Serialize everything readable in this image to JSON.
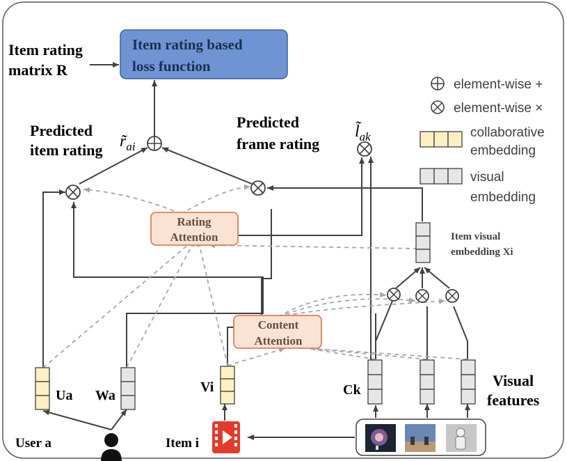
{
  "title_box": {
    "line1": "Item rating based",
    "line2": "loss function"
  },
  "input_label": {
    "line1": "Item rating",
    "line2": "matrix  R"
  },
  "predicted_item": {
    "line1": "Predicted",
    "line2": "item rating"
  },
  "predicted_frame": {
    "line1": "Predicted",
    "line2": "frame rating"
  },
  "symbols": {
    "r_ai": "r̃",
    "r_ai_sub": "ai",
    "l_ak": "l̃",
    "l_ak_sub": "ak"
  },
  "legend": {
    "plus_label": "element-wise +",
    "times_label": "element-wise ×",
    "collab_line1": "collaborative",
    "collab_line2": "embedding",
    "visual_line1": "visual",
    "visual_line2": "embedding"
  },
  "rating_attention": {
    "line1": "Rating",
    "line2": "Attention"
  },
  "content_attention": {
    "line1": "Content",
    "line2": "Attention"
  },
  "item_visual": {
    "line1": "Item visual",
    "line2": "embedding Xi"
  },
  "vectors": {
    "ua": "Ua",
    "wa": "Wa",
    "vi": "Vi",
    "ck": "Ck"
  },
  "visual_features": {
    "line1": "Visual",
    "line2": "features"
  },
  "user_label": "User a",
  "item_label": "Item i",
  "colors": {
    "title_box_fill": "#6f94d4",
    "attention_fill": "#fbe3d4",
    "attention_stroke": "#d9805a",
    "collab_fill": "#fdf0c4",
    "visual_fill": "#e6e6e6",
    "film_red": "#e23b2a"
  }
}
